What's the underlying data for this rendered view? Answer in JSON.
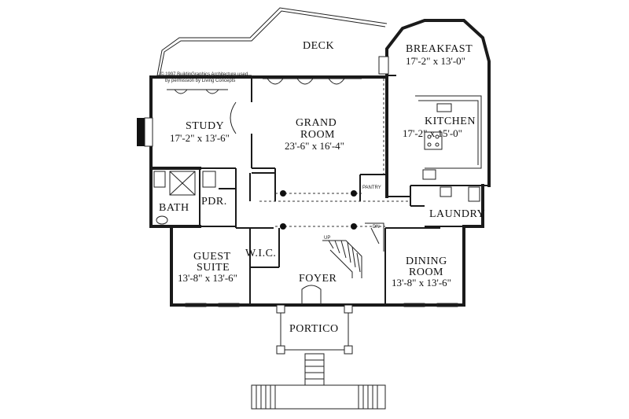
{
  "copyright": {
    "line1": "© 1997 BuildinGraphics Architecture used",
    "line2": "by permission by Living Concepts"
  },
  "rooms": {
    "deck": {
      "name": "DECK"
    },
    "breakfast": {
      "name": "BREAKFAST",
      "dim": "17'-2\" x 13'-0\""
    },
    "study": {
      "name": "STUDY",
      "dim": "17'-2\" x 13'-6\""
    },
    "grand_room": {
      "name1": "GRAND",
      "name2": "ROOM",
      "dim": "23'-6\" x 16'-4\""
    },
    "kitchen": {
      "name": "KITCHEN",
      "dim": "17'-2\" x 15'-0\""
    },
    "pantry": {
      "name": "PANTRY"
    },
    "bath": {
      "name": "BATH"
    },
    "pdr": {
      "name": "PDR."
    },
    "laundry": {
      "name": "LAUNDRY"
    },
    "wic": {
      "name": "W.I.C."
    },
    "guest_suite": {
      "name1": "GUEST",
      "name2": "SUITE",
      "dim": "13'-8\" x 13'-6\""
    },
    "foyer": {
      "name": "FOYER"
    },
    "dining_room": {
      "name1": "DINING",
      "name2": "ROOM",
      "dim": "13'-8\" x 13'-6\""
    },
    "portico": {
      "name": "PORTICO"
    }
  },
  "stairs": {
    "up": "UP",
    "down": "DN"
  }
}
